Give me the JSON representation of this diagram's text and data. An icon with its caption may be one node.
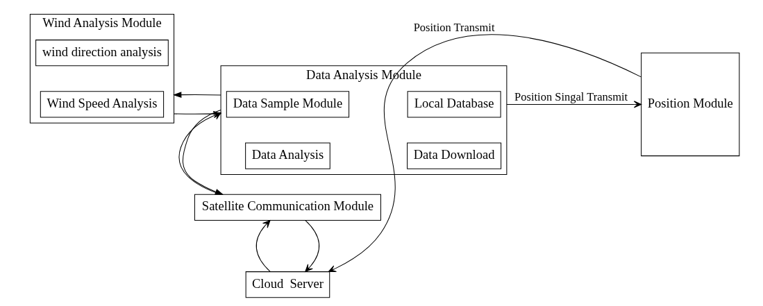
{
  "diagram": {
    "nodes": [
      {
        "text": [
          "Cloud  Server"
        ]
      },
      {
        "text": [
          "Satellite Communication Module"
        ]
      },
      {
        "text": [
          "Wind Analysis Module"
        ]
      },
      {
        "text": [
          "wind direction analysis"
        ],
        "in": 2
      },
      {
        "text": [
          "Wind Speed Analysis"
        ],
        "in": 2
      },
      {
        "text": [
          "Data Analysis Module"
        ]
      },
      {
        "text": [
          "Data Sample Module"
        ],
        "in": 5
      },
      {
        "text": [
          "Local Database"
        ],
        "in": 5
      },
      {
        "text": [
          "Data Analysis"
        ],
        "in": 5
      },
      {
        "text": [
          "Data Download"
        ],
        "in": 5
      },
      {
        "text": [
          "Position Module"
        ]
      }
    ],
    "edges": [
      {
        "from": 1,
        "to": 0,
        "arrow": "to"
      },
      {
        "from": 0,
        "to": 1,
        "arrow": "to"
      },
      {
        "from": 5,
        "to": 1,
        "arrow": "to"
      },
      {
        "from": 1,
        "to": 5,
        "arrow": "to"
      },
      {
        "from": 2,
        "to": 5,
        "arrow": "to"
      },
      {
        "from": 5,
        "to": 2,
        "arrow": "to"
      },
      {
        "from": 5,
        "to": 10,
        "arrow": "to",
        "label": "Position Singal Transmit"
      },
      {
        "from": 10,
        "to": 0,
        "arrow": "to",
        "label": "Position Transmit"
      }
    ]
  }
}
